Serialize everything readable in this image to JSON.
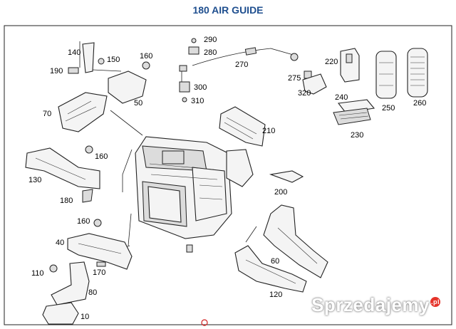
{
  "header": {
    "title": "180 AIR GUIDE"
  },
  "colors": {
    "title": "#1f4f8f",
    "watermark_badge": "#e5332a",
    "bottom_marker": "#d21f1f"
  },
  "parts": {
    "p10": "10",
    "p40": "40",
    "p50": "50",
    "p60": "60",
    "p70": "70",
    "p80": "80",
    "p110": "110",
    "p120": "120",
    "p130": "130",
    "p140": "140",
    "p150": "150",
    "p160a": "160",
    "p160b": "160",
    "p160c": "160",
    "p170": "170",
    "p180": "180",
    "p190": "190",
    "p200": "200",
    "p210": "210",
    "p220": "220",
    "p230": "230",
    "p240": "240",
    "p250": "250",
    "p260": "260",
    "p270": "270",
    "p275": "275",
    "p280": "280",
    "p290": "290",
    "p300": "300",
    "p310": "310",
    "p320": "320"
  },
  "watermark": {
    "text": "Sprzedajemy",
    "badge": ".pl"
  }
}
